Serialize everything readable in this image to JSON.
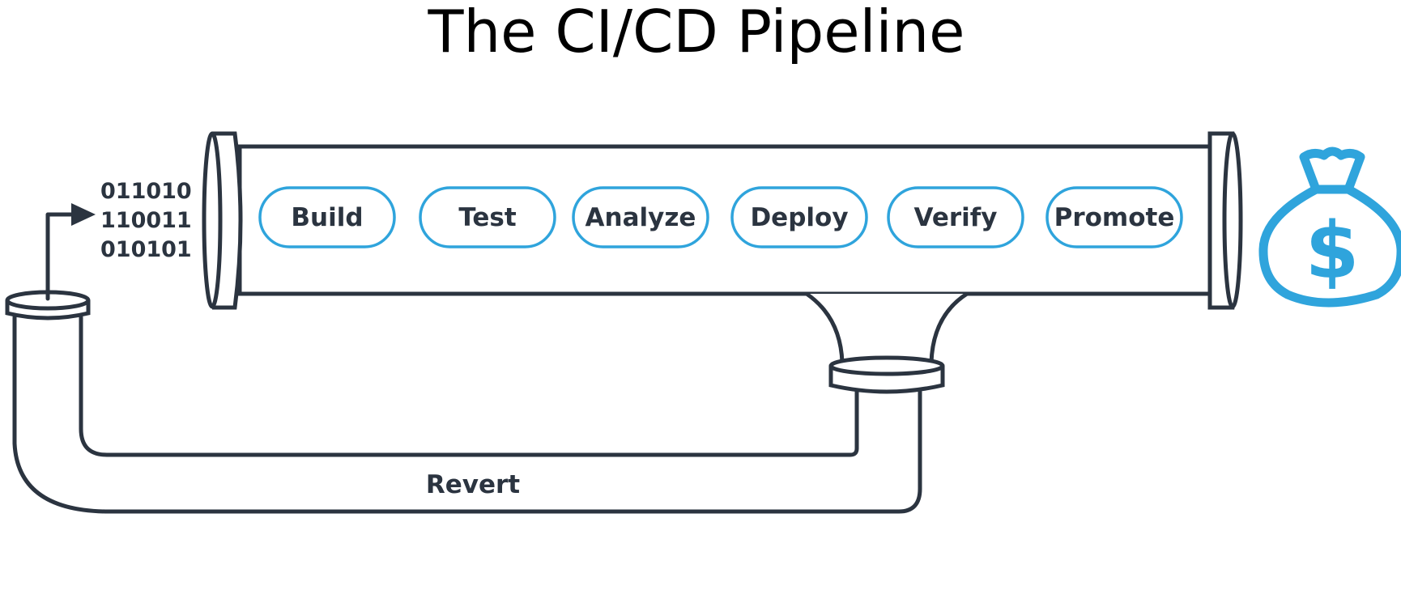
{
  "title": "The CI/CD Pipeline",
  "colors": {
    "outline": "#2b3440",
    "accent": "#2fa4dc",
    "text": "#2b3440",
    "background": "#ffffff"
  },
  "binary": [
    "011010",
    "110011",
    "010101"
  ],
  "stages": [
    {
      "label": "Build"
    },
    {
      "label": "Test"
    },
    {
      "label": "Analyze"
    },
    {
      "label": "Deploy"
    },
    {
      "label": "Verify"
    },
    {
      "label": "Promote"
    }
  ],
  "revert_label": "Revert",
  "output_icon": "money-bag-icon",
  "input_arrow_icon": "arrow-right-icon"
}
